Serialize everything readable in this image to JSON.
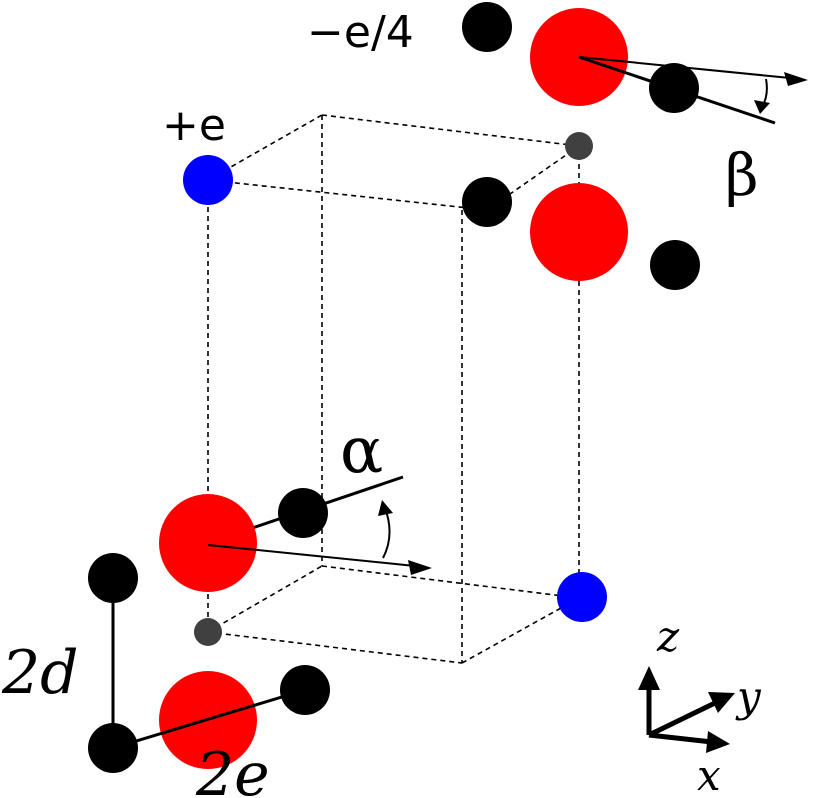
{
  "labels": {
    "charge_minus": "−e/4",
    "charge_plus": "+e",
    "angle_alpha": "α",
    "angle_beta": "β",
    "bond_2d": "2d",
    "bond_2e": "2e"
  },
  "axes": {
    "z": "z",
    "y": "y",
    "x": "x"
  },
  "colors": {
    "oxygen_red": "#ff0000",
    "black_atom": "#000000",
    "blue_atom": "#0000ff",
    "gray_atom": "#404040",
    "line": "#000000"
  }
}
